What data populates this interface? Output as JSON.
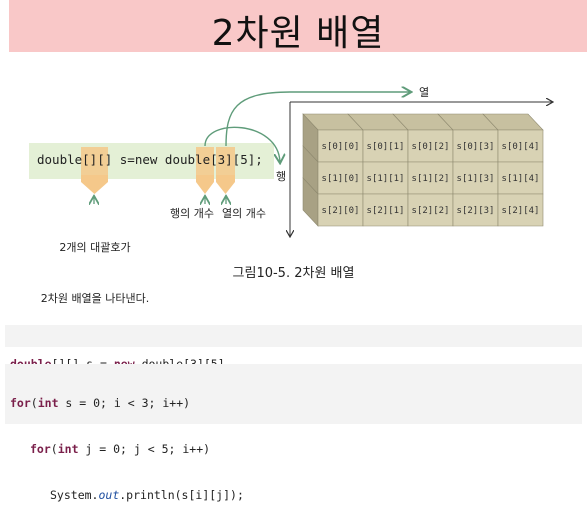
{
  "title": "2차원 배열",
  "figure": {
    "declaration": "double[][] s=new double[3][5];",
    "annotations": {
      "brackets": [
        "2개의 대괄호가",
        "2차원 배열을 나타낸다."
      ],
      "rows": "행의 개수",
      "cols": "열의 개수"
    },
    "axis_col": "열",
    "axis_row": "행",
    "cells": [
      [
        "s[0][0]",
        "s[0][1]",
        "s[0][2]",
        "s[0][3]",
        "s[0][4]"
      ],
      [
        "s[1][0]",
        "s[1][1]",
        "s[1][2]",
        "s[1][3]",
        "s[1][4]"
      ],
      [
        "s[2][0]",
        "s[2][1]",
        "s[2][2]",
        "s[2][3]",
        "s[2][4]"
      ]
    ],
    "caption": "그림10-5. 2차원 배열",
    "colors": {
      "cell_front": "#d8d2b4",
      "cell_top": "#c7c0a0",
      "cell_side": "#a8a184",
      "arrow": "#5f9c7a"
    }
  },
  "code1": {
    "kw": "double",
    "rest1": "[][] s = ",
    "kw2": "new",
    "rest2": " double[3][5]"
  },
  "code2": {
    "l1_kw": "for",
    "l1_a": "(",
    "l1_kw2": "int",
    "l1_b": " s = 0; i < 3; i++)",
    "l2_kw": "for",
    "l2_a": "(",
    "l2_kw2": "int",
    "l2_b": " j = 0; j < 5; i++)",
    "l3_a": "System.",
    "l3_it": "out",
    "l3_b": ".println(s[i][j]);"
  }
}
